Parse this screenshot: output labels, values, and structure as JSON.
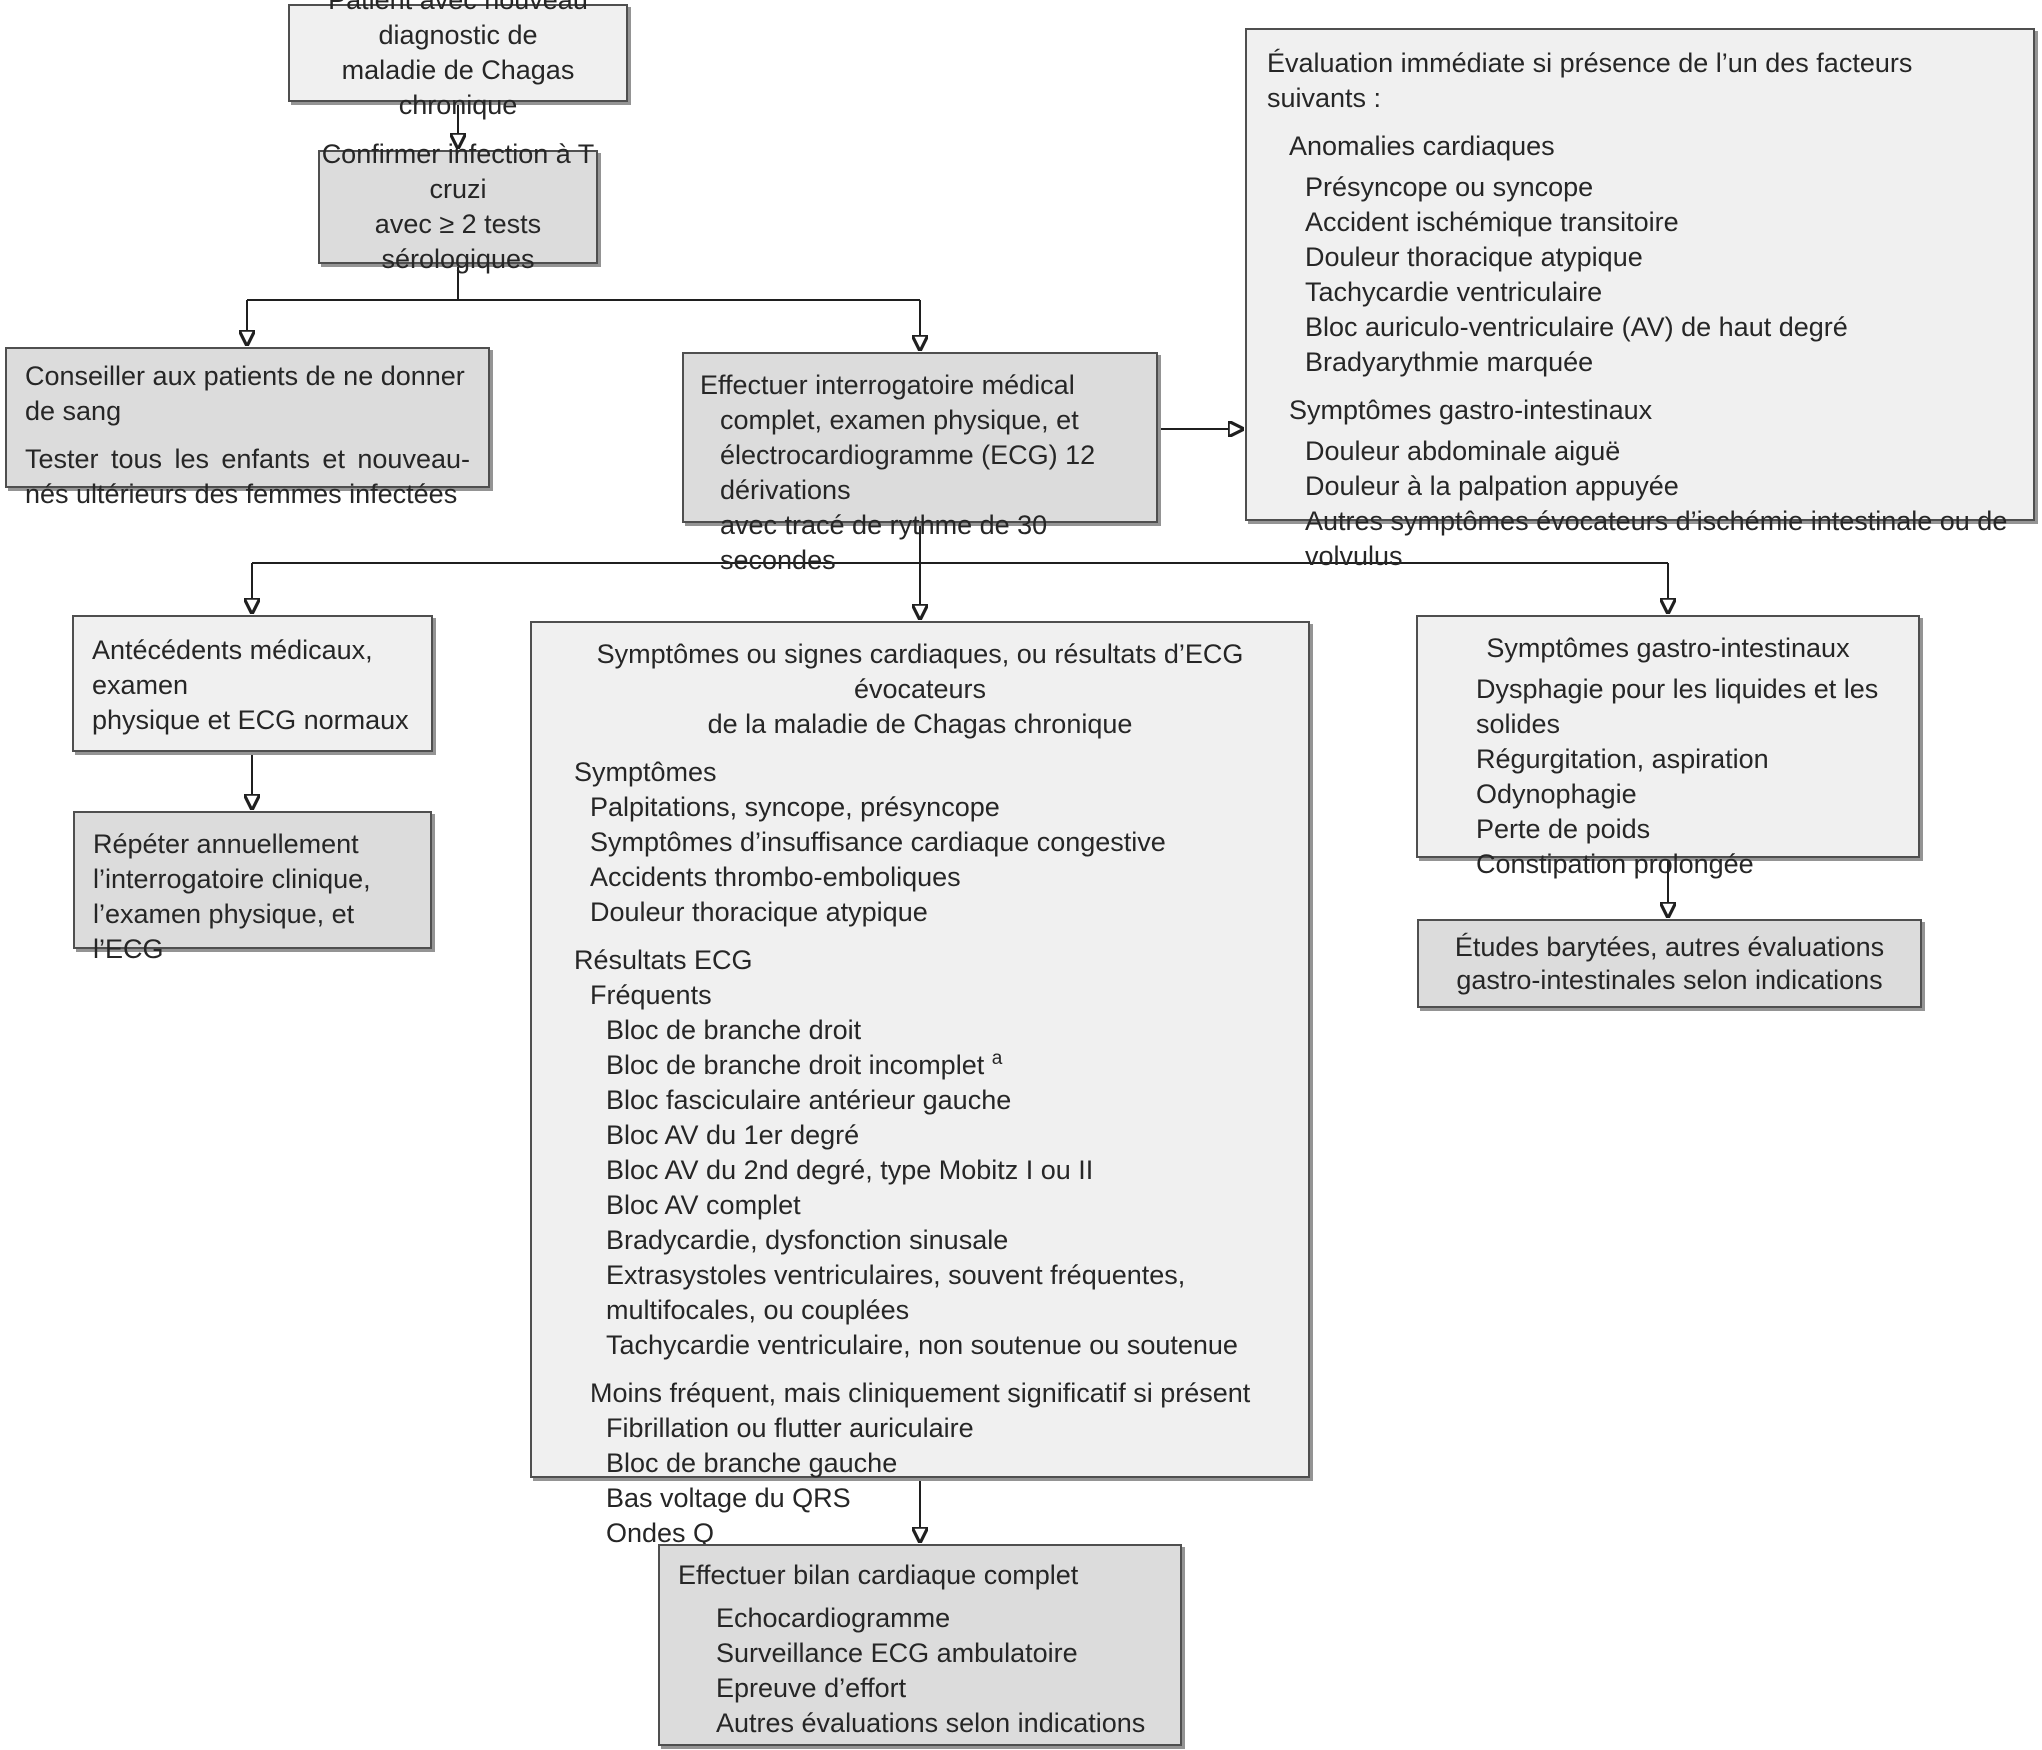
{
  "style": {
    "box_fill_light": "#f0f0f0",
    "box_fill_dark": "#dcdcdc",
    "box_border": "#4f4f4f",
    "box_shadow": "#949494",
    "line_color": "#1f1f1f",
    "text_color": "#262626",
    "background": "#ffffff"
  },
  "patient_box": {
    "lines": [
      "Patient avec nouveau diagnostic de",
      "maladie de Chagas chronique"
    ]
  },
  "confirm_box": {
    "lines": [
      "Confirmer infection à T cruzi",
      "avec ≥ 2 tests sérologiques"
    ]
  },
  "counsel_box": {
    "para1": "Conseiller aux patients de ne donner de sang",
    "para2": "Tester tous les enfants et nouveau-nés ultérieurs des femmes infectées"
  },
  "exam_box": {
    "lines": [
      "Effectuer interrogatoire médical",
      "complet, examen physique, et",
      "électrocardiogramme (ECG) 12 dérivations",
      "avec tracé de rythme de 30 secondes"
    ]
  },
  "immediate_box": {
    "header": "Évaluation immédiate si présence de l’un des facteurs suivants :",
    "sections": [
      {
        "title": "Anomalies cardiaques",
        "items": [
          "Présyncope ou syncope",
          "Accident ischémique transitoire",
          "Douleur thoracique atypique",
          "Tachycardie ventriculaire",
          "Bloc auriculo-ventriculaire (AV) de haut degré",
          "Bradyarythmie marquée"
        ]
      },
      {
        "title": "Symptômes gastro-intestinaux",
        "items": [
          "Douleur abdominale aiguë",
          "Douleur à la palpation appuyée",
          "Autres symptômes évocateurs d’ischémie intestinale ou de volvulus"
        ]
      }
    ]
  },
  "normal_box": {
    "lines": [
      "Antécédents médicaux, examen",
      "physique et ECG normaux"
    ]
  },
  "repeat_box": {
    "lines": [
      "Répéter annuellement",
      "l’interrogatoire clinique,",
      "l’examen physique, et l’ECG"
    ]
  },
  "cardiac_box": {
    "title_lines": [
      "Symptômes ou signes cardiaques, ou résultats d’ECG évocateurs",
      "de la maladie de Chagas chronique"
    ],
    "symptoms": {
      "title": "Symptômes",
      "items": [
        "Palpitations, syncope, présyncope",
        "Symptômes d’insuffisance cardiaque congestive",
        "Accidents thrombo-emboliques",
        "Douleur thoracique atypique"
      ]
    },
    "ecg_title": "Résultats ECG",
    "frequent": {
      "title": "Fréquents",
      "items": [
        "Bloc de branche droit",
        {
          "text": "Bloc de branche droit incomplet ",
          "sup": "a"
        },
        "Bloc fasciculaire antérieur gauche",
        "Bloc AV du 1er degré",
        "Bloc AV du 2nd degré, type Mobitz I ou II",
        "Bloc AV complet",
        "Bradycardie, dysfonction sinusale",
        "Extrasystoles ventriculaires, souvent fréquentes,",
        "multifocales, ou couplées",
        "Tachycardie ventriculaire, non soutenue ou soutenue"
      ]
    },
    "less_frequent": {
      "title": "Moins fréquent, mais cliniquement significatif si présent",
      "items": [
        "Fibrillation ou flutter auriculaire",
        "Bloc de branche gauche",
        "Bas voltage du QRS",
        "Ondes Q"
      ]
    }
  },
  "gi_box": {
    "title": "Symptômes gastro-intestinaux",
    "items": [
      "Dysphagie pour les liquides et les solides",
      "Régurgitation, aspiration",
      "Odynophagie",
      "Perte de poids",
      "Constipation prolongée"
    ]
  },
  "barium_box": {
    "lines": [
      "Études barytées, autres évaluations",
      "gastro-intestinales selon indications"
    ]
  },
  "workup_box": {
    "title": "Effectuer bilan cardiaque complet",
    "items": [
      "Echocardiogramme",
      "Surveillance ECG ambulatoire",
      "Epreuve d’effort",
      "Autres évaluations selon indications"
    ]
  }
}
